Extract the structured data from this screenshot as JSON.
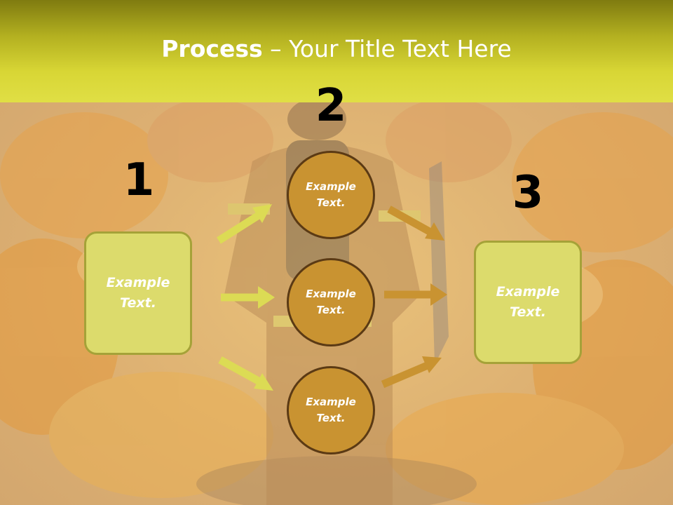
{
  "title": {
    "bold": "Process",
    "dash": " – ",
    "rest": "Your Title Text Here"
  },
  "steps": [
    {
      "number": "1",
      "text": "Example Text."
    },
    {
      "number": "2",
      "items": [
        "Example Text.",
        "Example Text.",
        "Example Text."
      ]
    },
    {
      "number": "3",
      "text": "Example Text."
    }
  ],
  "colors": {
    "header": "#d8d635",
    "box_fill": "#dcdb6c",
    "circle_fill": "#c99331",
    "arrow_left": "#dcdb54",
    "arrow_right": "#c99331"
  }
}
